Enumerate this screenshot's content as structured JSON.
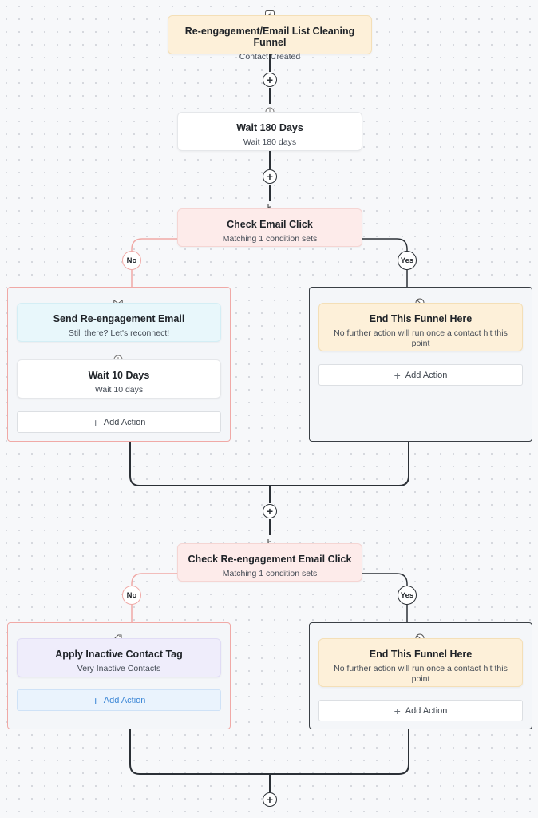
{
  "trigger": {
    "title": "Re-engagement/Email List Cleaning Funnel",
    "subtitle": "Contact Created",
    "icon": "lightning-icon"
  },
  "wait_180": {
    "title": "Wait 180 Days",
    "subtitle": "Wait 180 days",
    "icon": "clock-icon"
  },
  "check_click": {
    "title": "Check Email Click",
    "subtitle": "Matching 1 condition sets",
    "icon": "branch-icon"
  },
  "branch1": {
    "no_label": "No",
    "yes_label": "Yes",
    "no": {
      "send_email": {
        "title": "Send Re-engagement Email",
        "subtitle": "Still there? Let's reconnect!",
        "icon": "email-icon"
      },
      "wait_10": {
        "title": "Wait 10 Days",
        "subtitle": "Wait 10 days",
        "icon": "clock-icon"
      },
      "add_action": "Add Action"
    },
    "yes": {
      "end": {
        "title": "End This Funnel Here",
        "subtitle": "No further action will run once a contact hit this point",
        "icon": "stop-icon"
      },
      "add_action": "Add Action"
    }
  },
  "check_reengage": {
    "title": "Check Re-engagement Email Click",
    "subtitle": "Matching 1 condition sets",
    "icon": "branch-icon"
  },
  "branch2": {
    "no_label": "No",
    "yes_label": "Yes",
    "no": {
      "tag": {
        "title": "Apply Inactive Contact Tag",
        "subtitle": "Very Inactive Contacts",
        "icon": "tag-icon"
      },
      "add_action": "Add Action"
    },
    "yes": {
      "end": {
        "title": "End This Funnel Here",
        "subtitle": "No further action will run once a contact hit this point",
        "icon": "stop-icon"
      },
      "add_action": "Add Action"
    }
  },
  "colors": {
    "no_branch": "#f0a9a6",
    "yes_branch": "#2b3036",
    "trigger_bg": "#fdf0d9",
    "condition_bg": "#fdebea",
    "email_bg": "#e8f7fb",
    "tag_bg": "#efedfb",
    "active_add": "#3b86d6"
  }
}
